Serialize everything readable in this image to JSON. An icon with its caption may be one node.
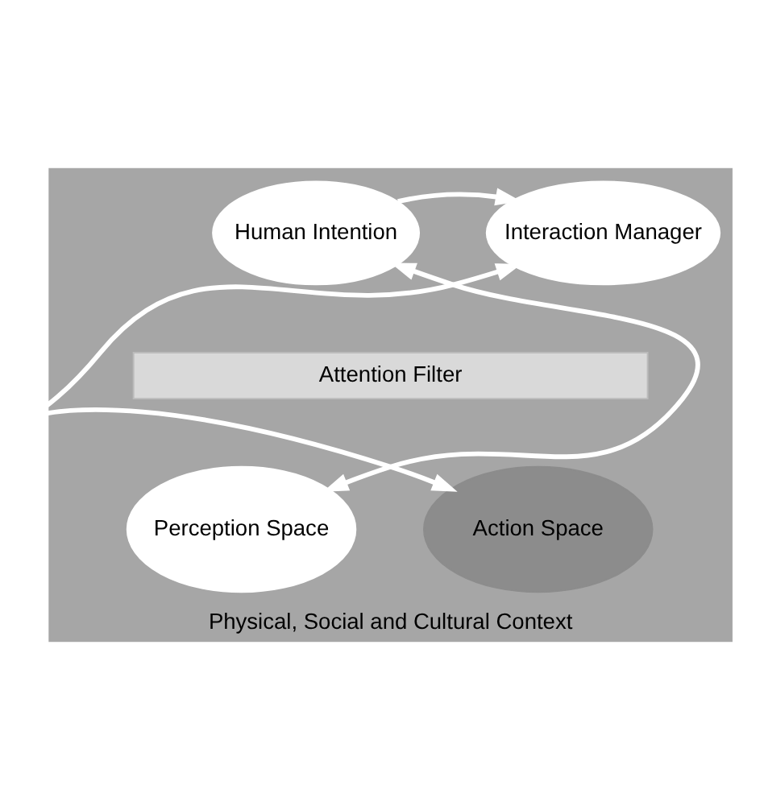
{
  "diagram": {
    "nodes": [
      {
        "text": [
          "Physical, Social and Cultural Context"
        ]
      },
      {
        "text": [
          "Human Intention"
        ],
        "in": 0
      },
      {
        "text": [
          "Interaction Manager"
        ],
        "in": 0
      },
      {
        "text": [
          "Attention Filter"
        ],
        "in": 0
      },
      {
        "text": [
          "Perception Space"
        ],
        "in": 0
      },
      {
        "text": [
          "Action Space"
        ],
        "in": 0
      }
    ],
    "edges": [
      {
        "from": 1,
        "to": 2,
        "arrow": "to"
      },
      {
        "from": 4,
        "to": 1,
        "arrow": "both"
      },
      {
        "from": 5,
        "to": 2,
        "arrow": "both"
      }
    ]
  }
}
